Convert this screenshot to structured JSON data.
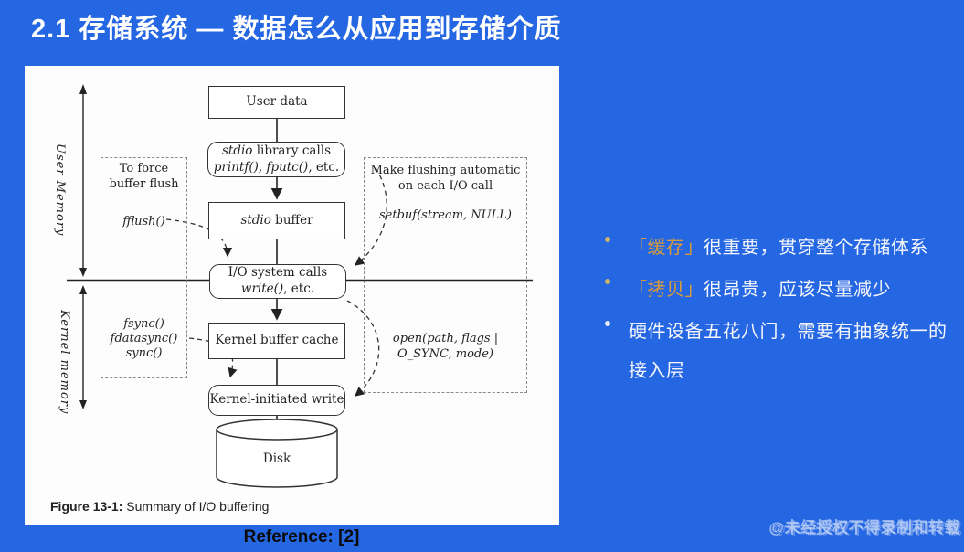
{
  "slide": {
    "title": "2.1 存储系统 — 数据怎么从应用到存储介质",
    "reference": "Reference: [2]",
    "watermark": "@未经授权不得录制和转载",
    "colors": {
      "background": "#2566e3",
      "highlight_orange": "#d89b3c",
      "bullet_dot_gold": "#cdb469",
      "diagram_ink": "#222222"
    }
  },
  "bullets": [
    {
      "highlight": "「缓存」",
      "text": "很重要，贯穿整个存储体系"
    },
    {
      "highlight": "「拷贝」",
      "text": "很昂贵，应该尽量减少"
    },
    {
      "highlight": "",
      "text": "硬件设备五花八门，需要有抽象统一的接入层"
    }
  ],
  "diagram": {
    "caption_label": "Figure 13-1:",
    "caption_text": " Summary of I/O buffering",
    "memory_labels": {
      "user": "User Memory",
      "kernel": "Kernel memory"
    },
    "boxes": {
      "user_data": "User data",
      "stdio_lib": {
        "l1a": "stdio",
        "l1b": " library calls",
        "l2a": "printf(), fputc()",
        "l2b": ", etc."
      },
      "stdio_buffer": {
        "a": "stdio",
        "b": " buffer"
      },
      "io_calls": {
        "l1": "I/O system calls",
        "l2a": "write()",
        "l2b": ", etc."
      },
      "kernel_cache": "Kernel buffer cache",
      "kernel_write": "Kernel-initiated write",
      "disk": "Disk"
    },
    "left_note": {
      "title1": "To force",
      "title2": "buffer flush",
      "fn1": "fflush()",
      "fn2": "fsync()",
      "fn3": "fdatasync()",
      "fn4": "sync()"
    },
    "right_note": {
      "title1": "Make flushing automatic",
      "title2": "on each I/O call",
      "fn1": "setbuf(stream, NULL)",
      "fn2a": "open(path, flags |",
      "fn2b": "O_SYNC, mode)"
    }
  }
}
